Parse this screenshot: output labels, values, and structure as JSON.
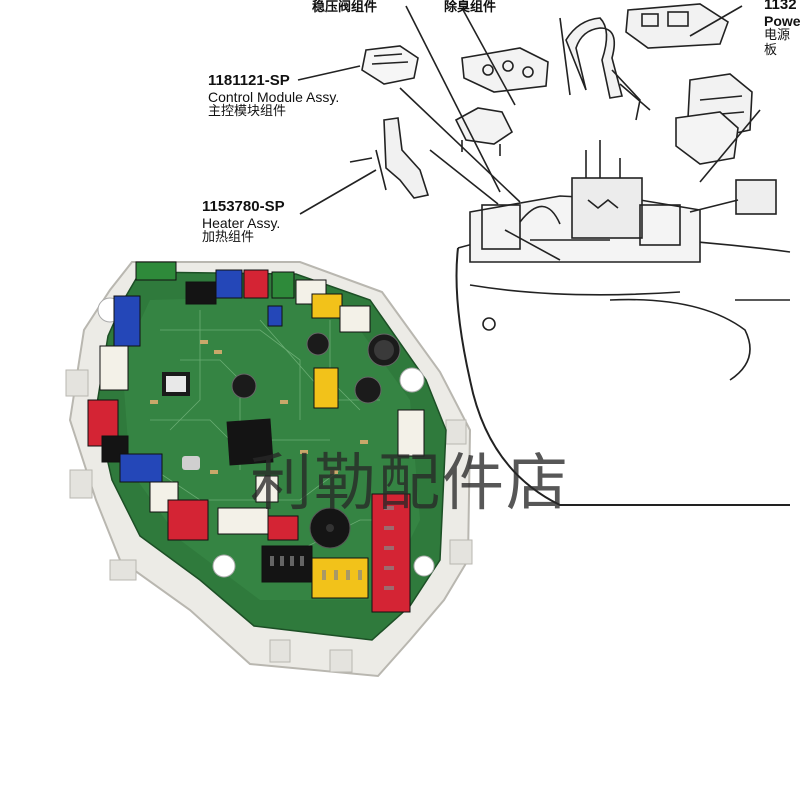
{
  "labels": {
    "stabilizer_valve_cn": "稳压阀组件",
    "deodorizer_cn": "除臭组件",
    "power_pn": "1132",
    "power_en": "Powe",
    "power_cn": "电源板",
    "control": {
      "part_no": "1181121-SP",
      "name_en": "Control Module Assy.",
      "name_cn": "主控模块组件"
    },
    "heater": {
      "part_no": "1153780-SP",
      "name_en": "Heater Assy.",
      "name_cn": "加热组件"
    }
  },
  "watermark": "利勒配件店",
  "colors": {
    "pcb": "#2f7a3c",
    "frame": "#ecebe6",
    "blue": "#2447b8",
    "red": "#d42434",
    "yellow": "#f2c21a",
    "green": "#2e8a3a",
    "black": "#141414"
  }
}
